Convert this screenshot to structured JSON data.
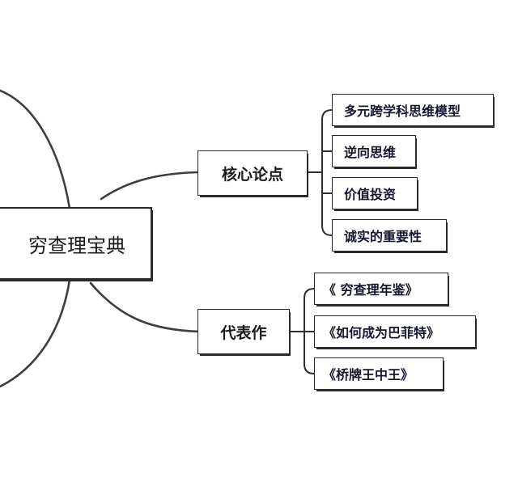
{
  "root": {
    "label": "穷查理宝典"
  },
  "branches": [
    {
      "label": "核心论点",
      "children": [
        "多元跨学科思维模型",
        "逆向思维",
        "价值投资",
        "诚实的重要性"
      ]
    },
    {
      "label": "代表作",
      "children": [
        "《 穷查理年鉴》",
        "《如何成为巴菲特》",
        "《桥牌王中王》"
      ]
    }
  ],
  "colors": {
    "line": "#3a3a3a",
    "border": "#2a2a2a",
    "text": "#1a1a1a"
  }
}
